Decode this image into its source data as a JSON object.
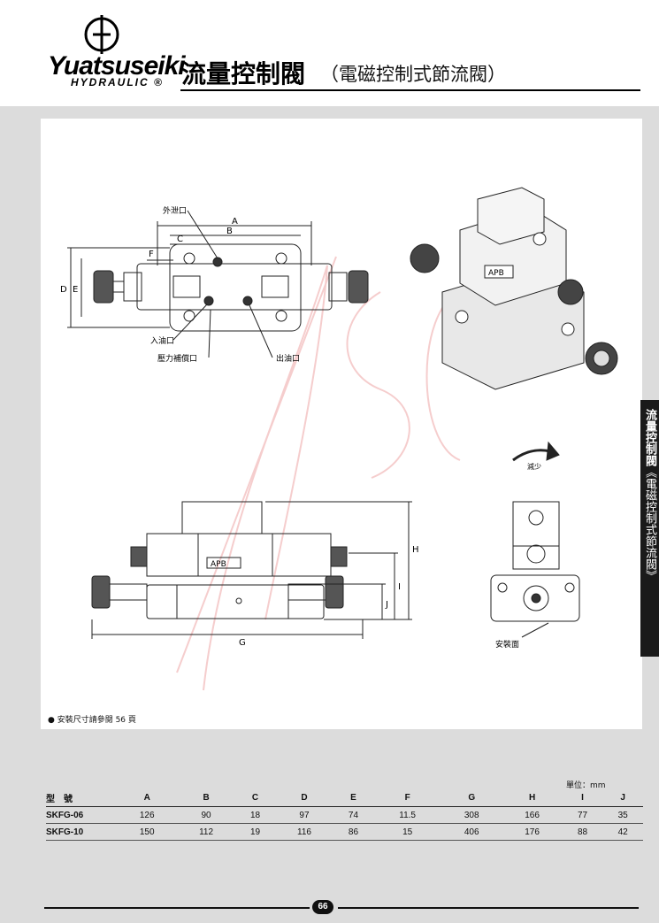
{
  "header": {
    "brand": "Yuatsuseiki",
    "brand_sub": "HYDRAULIC ®",
    "title": "流量控制閥",
    "subtitle": "（電磁控制式節流閥）"
  },
  "side_tab": {
    "main": "流量控制閥",
    "sub": "《電磁控制式節流閥》"
  },
  "diagram": {
    "labels": {
      "drain": "外泄口",
      "inlet": "入油口",
      "pressure_comp": "壓力補償口",
      "outlet": "出油口",
      "decel": "減少",
      "mounting_face": "安裝面",
      "nameplate": "APB"
    },
    "dims": {
      "A": "A",
      "B": "B",
      "C": "C",
      "D": "D",
      "E": "E",
      "F": "F",
      "G": "G",
      "H": "H",
      "I": "I",
      "J": "J"
    }
  },
  "note": "● 安裝尺寸請參閱 56 頁",
  "table": {
    "unit_label": "單位：mm",
    "headers": [
      "型　號",
      "A",
      "B",
      "C",
      "D",
      "E",
      "F",
      "G",
      "H",
      "I",
      "J"
    ],
    "rows": [
      [
        "SKFG-06",
        "126",
        "90",
        "18",
        "97",
        "74",
        "11.5",
        "308",
        "166",
        "77",
        "35"
      ],
      [
        "SKFG-10",
        "150",
        "112",
        "19",
        "116",
        "86",
        "15",
        "406",
        "176",
        "88",
        "42"
      ]
    ]
  },
  "footer": {
    "page_number": "66"
  }
}
